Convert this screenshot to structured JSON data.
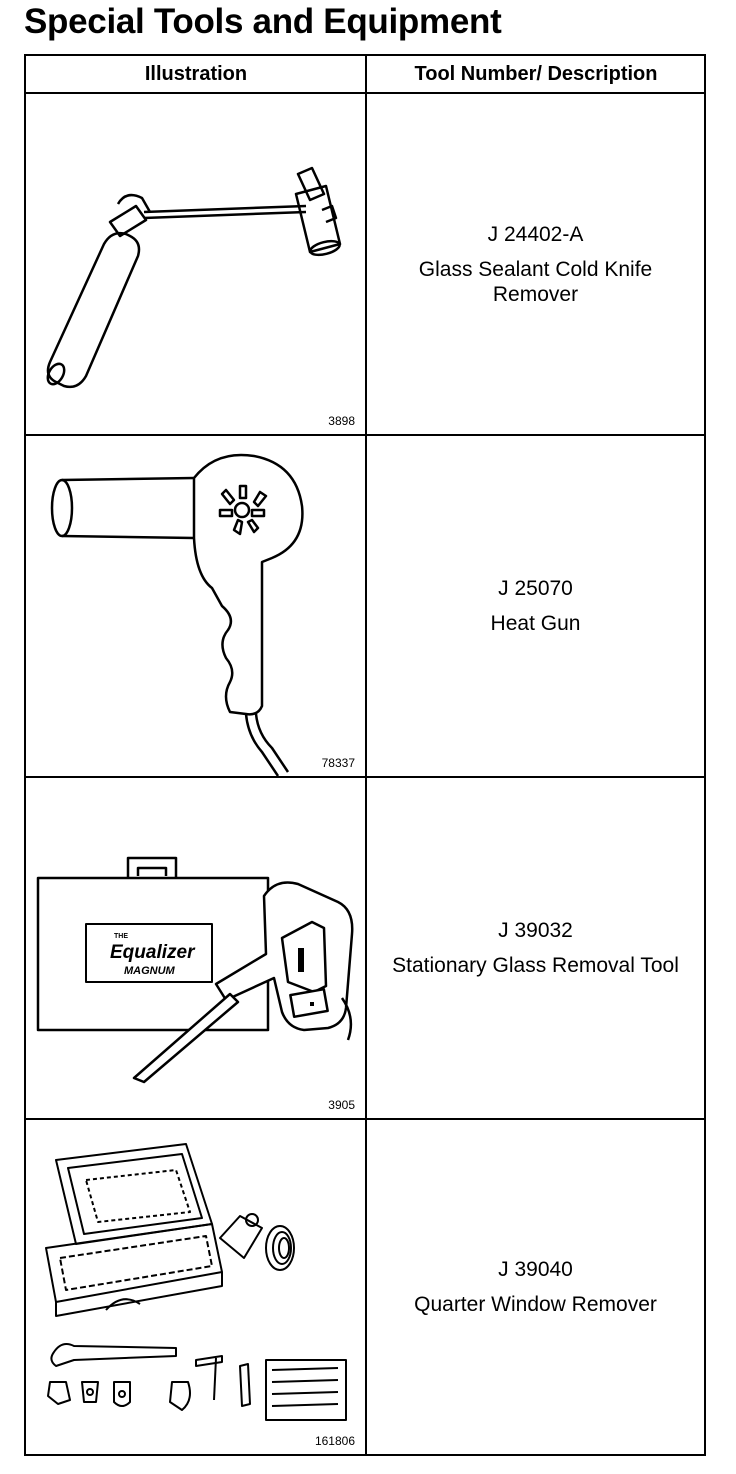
{
  "page": {
    "title": "Special Tools and Equipment"
  },
  "table": {
    "headers": {
      "illustration": "Illustration",
      "description": "Tool Number/ Description"
    },
    "rows": [
      {
        "figure": "3898",
        "tool_number": "J 24402-A",
        "description": "Glass Sealant Cold Knife Remover",
        "icon": "cold-knife-icon"
      },
      {
        "figure": "78337",
        "tool_number": "J 25070",
        "description": "Heat Gun",
        "icon": "heat-gun-icon"
      },
      {
        "figure": "3905",
        "tool_number": "J 39032",
        "description": "Stationary Glass Removal Tool",
        "icon": "glass-removal-tool-icon",
        "label_lines": [
          "THE",
          "Equalizer",
          "MAGNUM"
        ]
      },
      {
        "figure": "161806",
        "tool_number": "J 39040",
        "description": "Quarter Window Remover",
        "icon": "quarter-window-kit-icon"
      }
    ]
  }
}
